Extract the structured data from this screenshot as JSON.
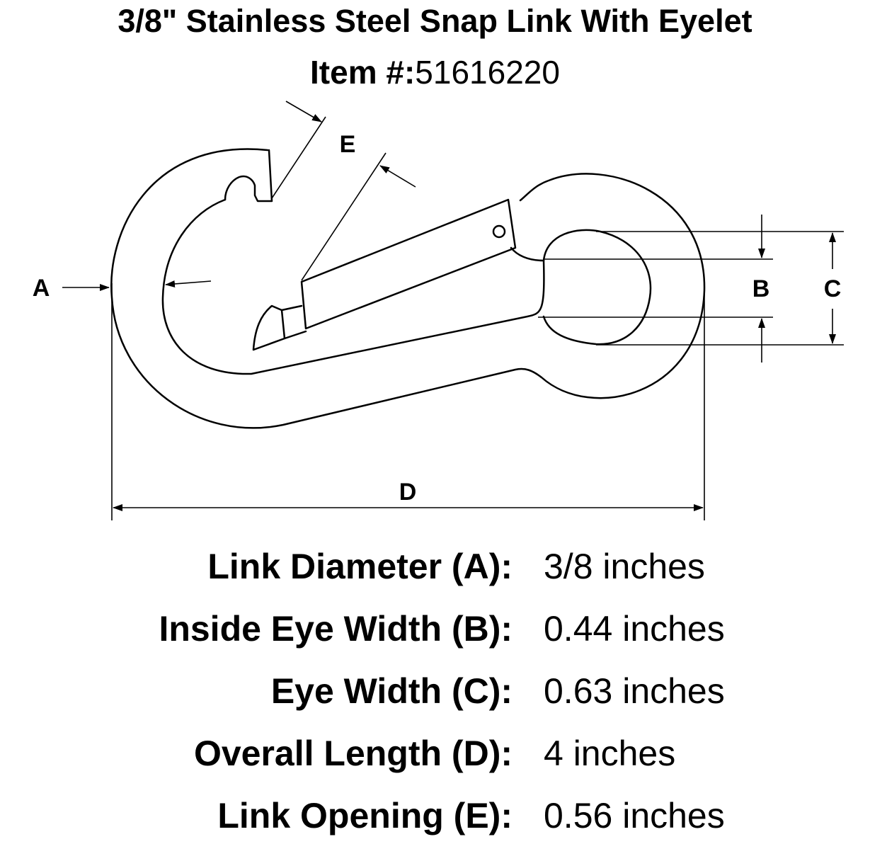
{
  "header": {
    "title": "3/8\" Stainless Steel Snap Link With Eyelet",
    "item_label": "Item #:",
    "item_number": "51616220"
  },
  "diagram": {
    "dimension_letters": {
      "a": "A",
      "b": "B",
      "c": "C",
      "d": "D",
      "e": "E"
    }
  },
  "specs": [
    {
      "label": "Link Diameter (A):",
      "value": "3/8 inches"
    },
    {
      "label": "Inside Eye Width (B):",
      "value": "0.44 inches"
    },
    {
      "label": "Eye Width (C):",
      "value": "0.63 inches"
    },
    {
      "label": "Overall Length (D):",
      "value": "4 inches"
    },
    {
      "label": "Link Opening (E):",
      "value": "0.56 inches"
    }
  ],
  "colors": {
    "line": "#000000",
    "background": "#ffffff"
  }
}
